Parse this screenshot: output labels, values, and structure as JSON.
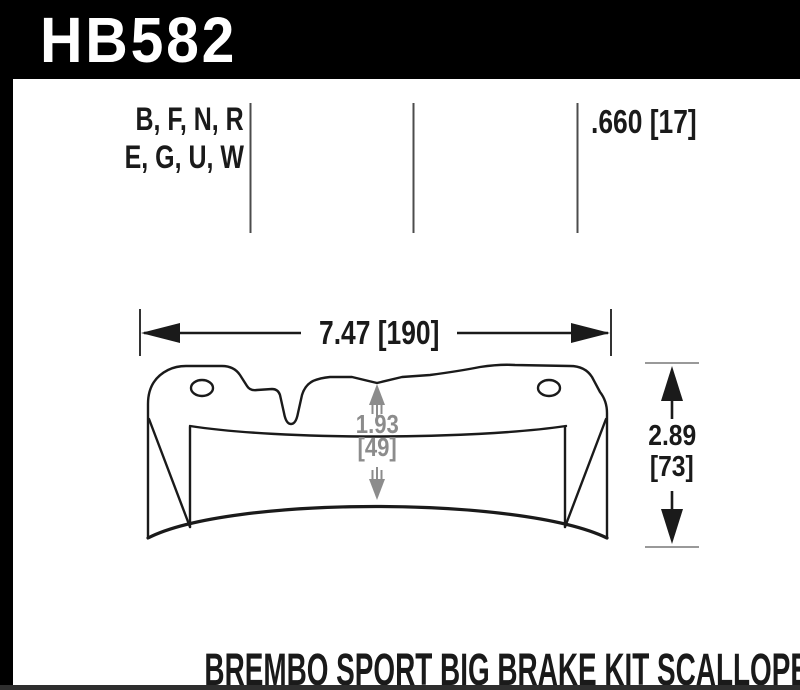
{
  "part": {
    "number": "HB582"
  },
  "table": {
    "compound_codes": {
      "line1": "B, F, N, R",
      "line2": "E, G, U, W"
    },
    "pad_thickness": ".660 [17]"
  },
  "dimensions": {
    "width": "7.47 [190]",
    "center_height_value": "1.93",
    "center_height_alt": "[49]",
    "overall_height_value": "2.89",
    "overall_height_alt": "[73]"
  },
  "footer": {
    "kit_name": "BREMBO SPORT BIG BRAKE KIT SCALLOPED"
  },
  "colors": {
    "paper": "#ffffff",
    "header_bg": "#000000",
    "ink": "#1a1a1a",
    "dim_gray": "#8c8c8c",
    "tick_gray": "#999999",
    "divider": "#4c4c4c",
    "footer_bar": "#2e2e2e"
  }
}
